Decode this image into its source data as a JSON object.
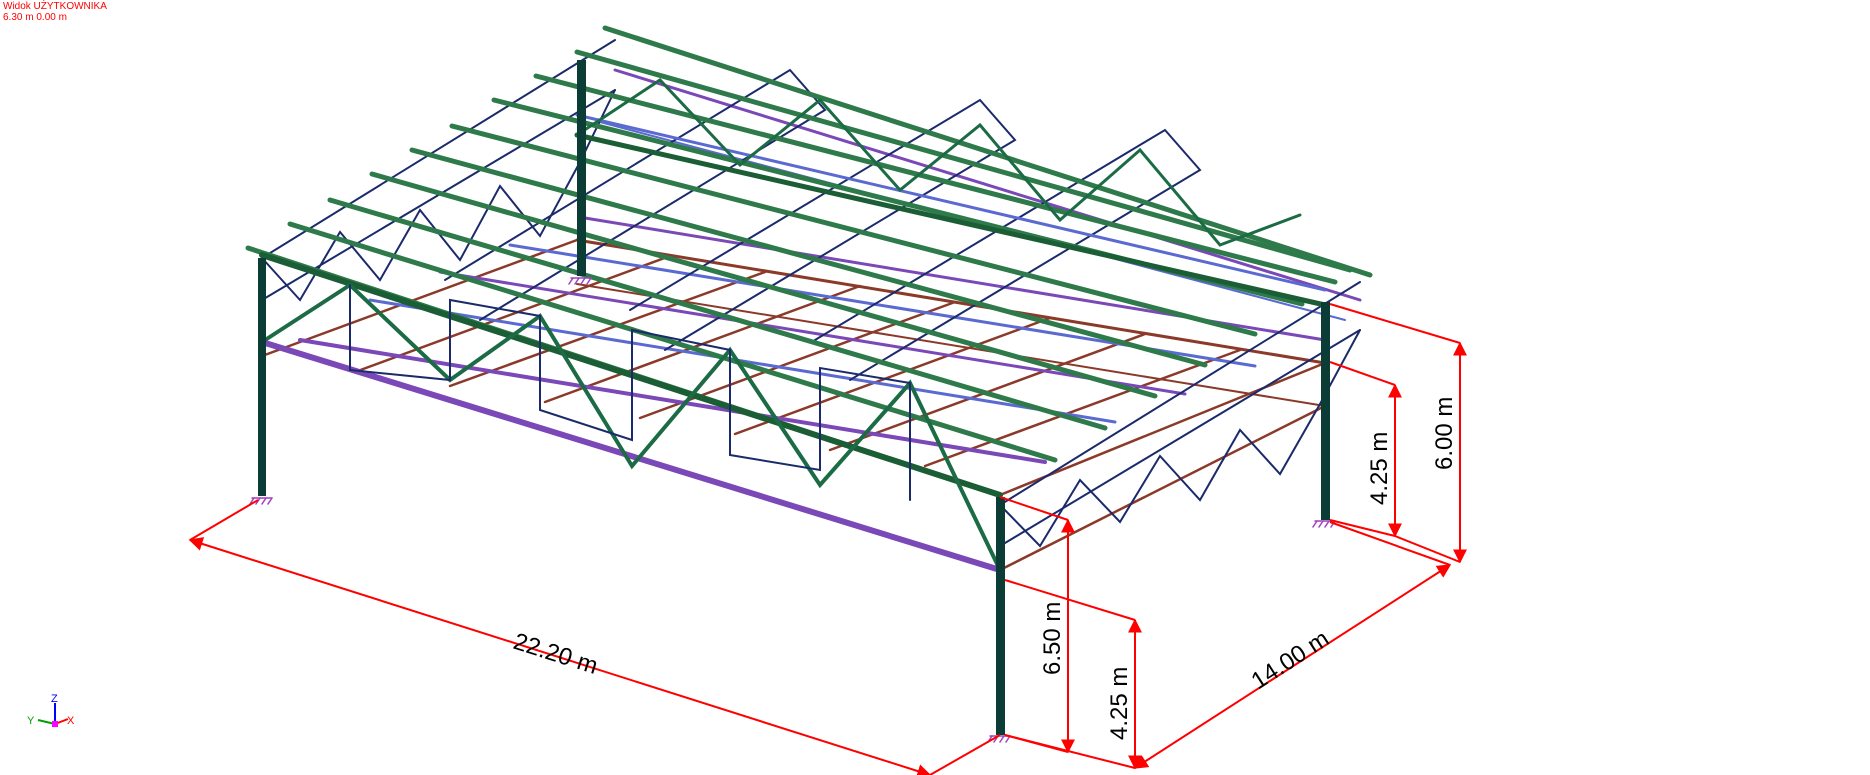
{
  "view": {
    "title": "Widok UŻYTKOWNIKA",
    "info": "6.30 m  0.00 m"
  },
  "dimensions": {
    "length": "22.20 m",
    "width": "14.00 m",
    "height_front_eave": "6.50 m",
    "height_front_column": "4.25 m",
    "height_back_column": "4.25 m",
    "height_back_eave": "6.00 m"
  },
  "axes": {
    "x": "X",
    "y": "Y",
    "z": "Z"
  },
  "colors": {
    "dimension": "#ff0000",
    "column": "#0b3d36",
    "truss_chord": "#7b48b8",
    "truss_web": "#1b6b45",
    "purlin": "#2f7a4a",
    "roof_beam": "#8b3a2a",
    "bracing": "#1a2a6b",
    "support": "#a040c0"
  }
}
